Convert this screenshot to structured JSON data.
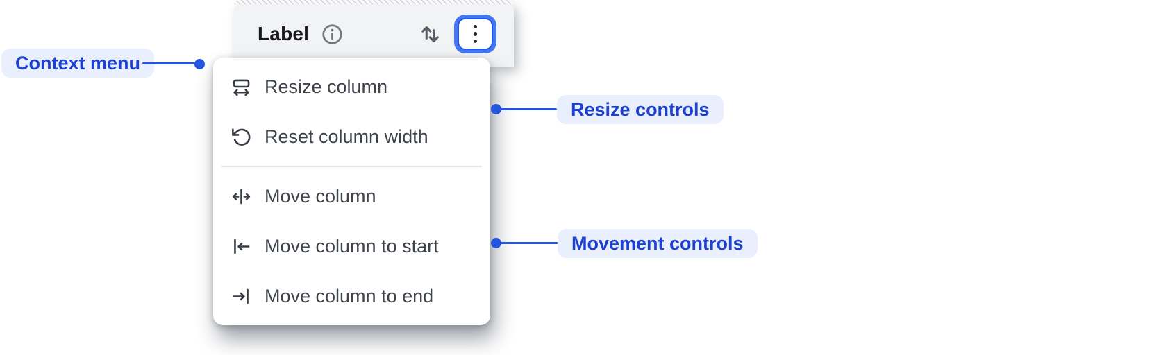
{
  "header": {
    "label": "Label",
    "info_icon": "info-icon",
    "sort_icon": "sort-arrows-icon",
    "menu_button_icon": "kebab-menu-icon"
  },
  "menu": {
    "groups": [
      {
        "name": "resize",
        "items": [
          {
            "icon": "column-resize-icon",
            "label": "Resize column"
          },
          {
            "icon": "rotate-ccw-icon",
            "label": "Reset column width"
          }
        ]
      },
      {
        "name": "movement",
        "items": [
          {
            "icon": "move-horizontal-icon",
            "label": "Move column"
          },
          {
            "icon": "move-to-start-icon",
            "label": "Move column to start"
          },
          {
            "icon": "move-to-end-icon",
            "label": "Move column to end"
          }
        ]
      }
    ]
  },
  "callouts": {
    "context_menu": {
      "label": "Context menu"
    },
    "resize_controls": {
      "label": "Resize controls"
    },
    "movement_controls": {
      "label": "Movement controls"
    }
  },
  "colors": {
    "accent-blue": "#2456dd",
    "pill-bg": "#e9effd",
    "pill-text": "#1c41d0",
    "ring-outer": "#4478f0",
    "ring-border": "#2158e2",
    "header-bg": "#f2f3f5",
    "menu-text": "#3e434c",
    "icon-gray": "#5a5e66",
    "divider": "#e5e5e8",
    "label-text": "#18181b"
  }
}
